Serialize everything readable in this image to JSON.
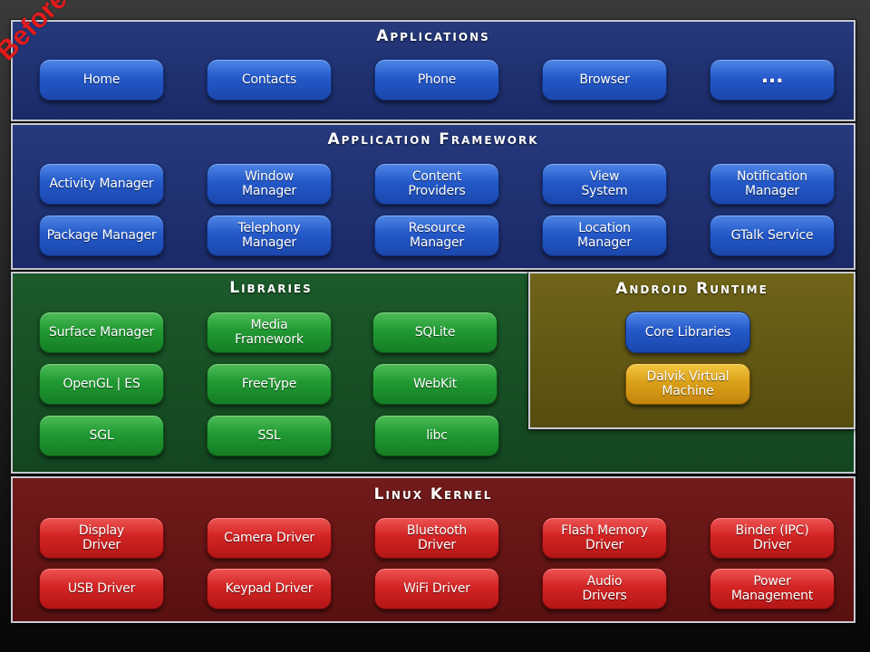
{
  "watermark": "Before",
  "applications": {
    "title": "Applications",
    "items": [
      "Home",
      "Contacts",
      "Phone",
      "Browser",
      "..."
    ]
  },
  "framework": {
    "title": "Application Framework",
    "row1": [
      "Activity Manager",
      "Window\nManager",
      "Content\nProviders",
      "View\nSystem",
      "Notification\nManager"
    ],
    "row2": [
      "Package Manager",
      "Telephony\nManager",
      "Resource\nManager",
      "Location\nManager",
      "GTalk Service"
    ]
  },
  "libraries": {
    "title": "Libraries",
    "items": [
      "Surface Manager",
      "Media\nFramework",
      "SQLite",
      "OpenGL | ES",
      "FreeType",
      "WebKit",
      "SGL",
      "SSL",
      "libc"
    ]
  },
  "runtime": {
    "title": "Android Runtime",
    "core": "Core Libraries",
    "dalvik": "Dalvik Virtual\nMachine"
  },
  "kernel": {
    "title": "Linux Kernel",
    "row1": [
      "Display\nDriver",
      "Camera Driver",
      "Bluetooth\nDriver",
      "Flash Memory\nDriver",
      "Binder (IPC)\nDriver"
    ],
    "row2": [
      "USB Driver",
      "Keypad Driver",
      "WiFi Driver",
      "Audio\nDrivers",
      "Power\nManagement"
    ]
  },
  "colors": {
    "blue": "#2459c9",
    "green": "#219a33",
    "red": "#d32424",
    "gold": "#dca11a",
    "watermark": "#e21b1b"
  }
}
